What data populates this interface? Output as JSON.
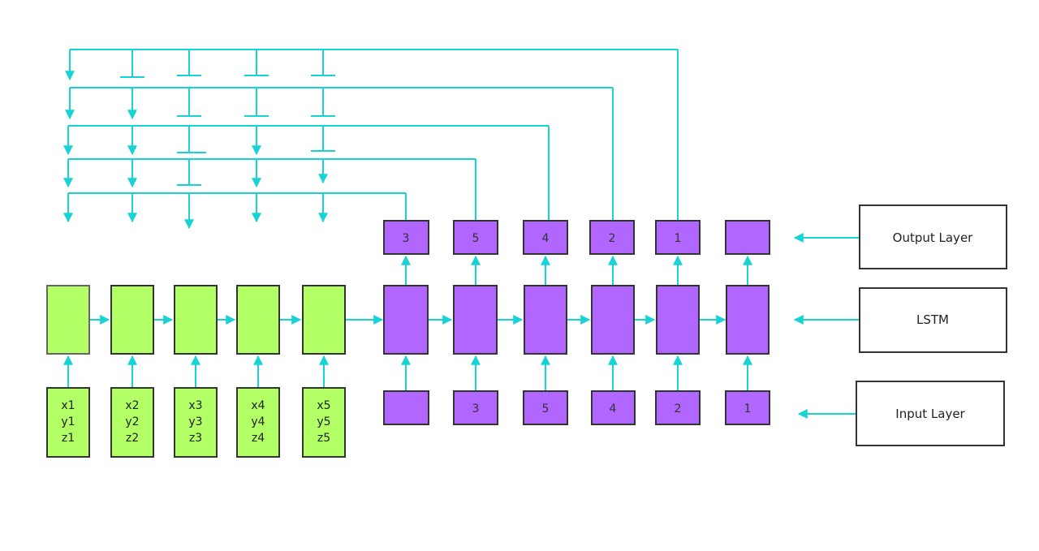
{
  "diagram": {
    "encoder_inputs": [
      {
        "x": "x1",
        "y": "y1",
        "z": "z1"
      },
      {
        "x": "x2",
        "y": "y2",
        "z": "z2"
      },
      {
        "x": "x3",
        "y": "y3",
        "z": "z3"
      },
      {
        "x": "x4",
        "y": "y4",
        "z": "z4"
      },
      {
        "x": "x5",
        "y": "y5",
        "z": "z5"
      }
    ],
    "decoder_inputs": [
      "",
      "3",
      "5",
      "4",
      "2",
      "1"
    ],
    "decoder_outputs": [
      "3",
      "5",
      "4",
      "2",
      "1",
      ""
    ],
    "legend": {
      "output": "Output Layer",
      "lstm": "LSTM",
      "input": "Input Layer"
    },
    "colors": {
      "encoder_fill": "#b3ff66",
      "decoder_fill": "#b066ff",
      "arrow": "#17d3d6",
      "border": "#333333"
    }
  }
}
